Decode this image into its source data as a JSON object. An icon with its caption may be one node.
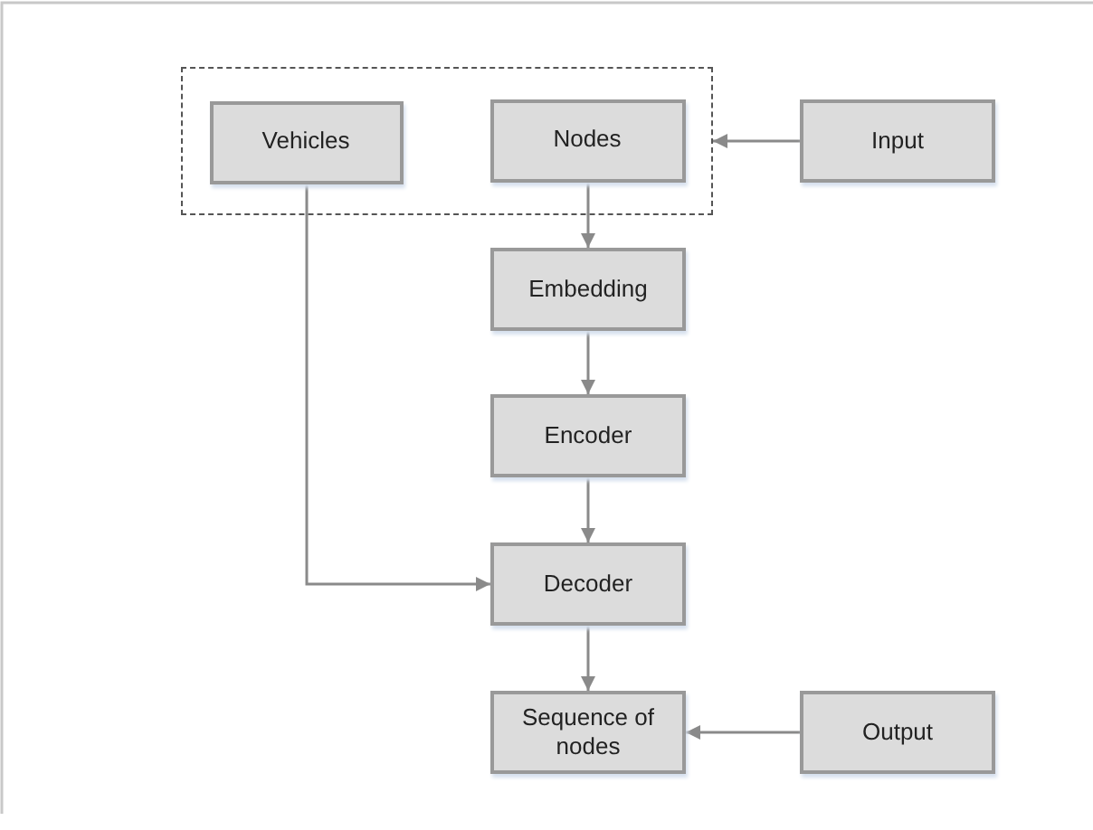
{
  "diagram": {
    "nodes": [
      {
        "text": [],
        "shape": "box"
      },
      {
        "text": [
          "Vehicles"
        ],
        "in": 0
      },
      {
        "text": [
          "Nodes"
        ],
        "in": 0
      },
      {
        "text": [
          "Input"
        ]
      },
      {
        "text": [
          "Embedding"
        ]
      },
      {
        "text": [
          "Encoder"
        ]
      },
      {
        "text": [
          "Decoder"
        ]
      },
      {
        "text": [
          "Sequence of nodes"
        ]
      },
      {
        "text": [
          "Output"
        ]
      }
    ],
    "edges": [
      {
        "from": 3,
        "to": 0,
        "arrow": "to"
      },
      {
        "from": 2,
        "to": 4,
        "arrow": "to"
      },
      {
        "from": 4,
        "to": 5,
        "arrow": "to"
      },
      {
        "from": 5,
        "to": 6,
        "arrow": "to"
      },
      {
        "from": 1,
        "to": 6,
        "arrow": "to"
      },
      {
        "from": 6,
        "to": 7,
        "arrow": "to"
      },
      {
        "from": 8,
        "to": 7,
        "arrow": "to"
      }
    ]
  }
}
